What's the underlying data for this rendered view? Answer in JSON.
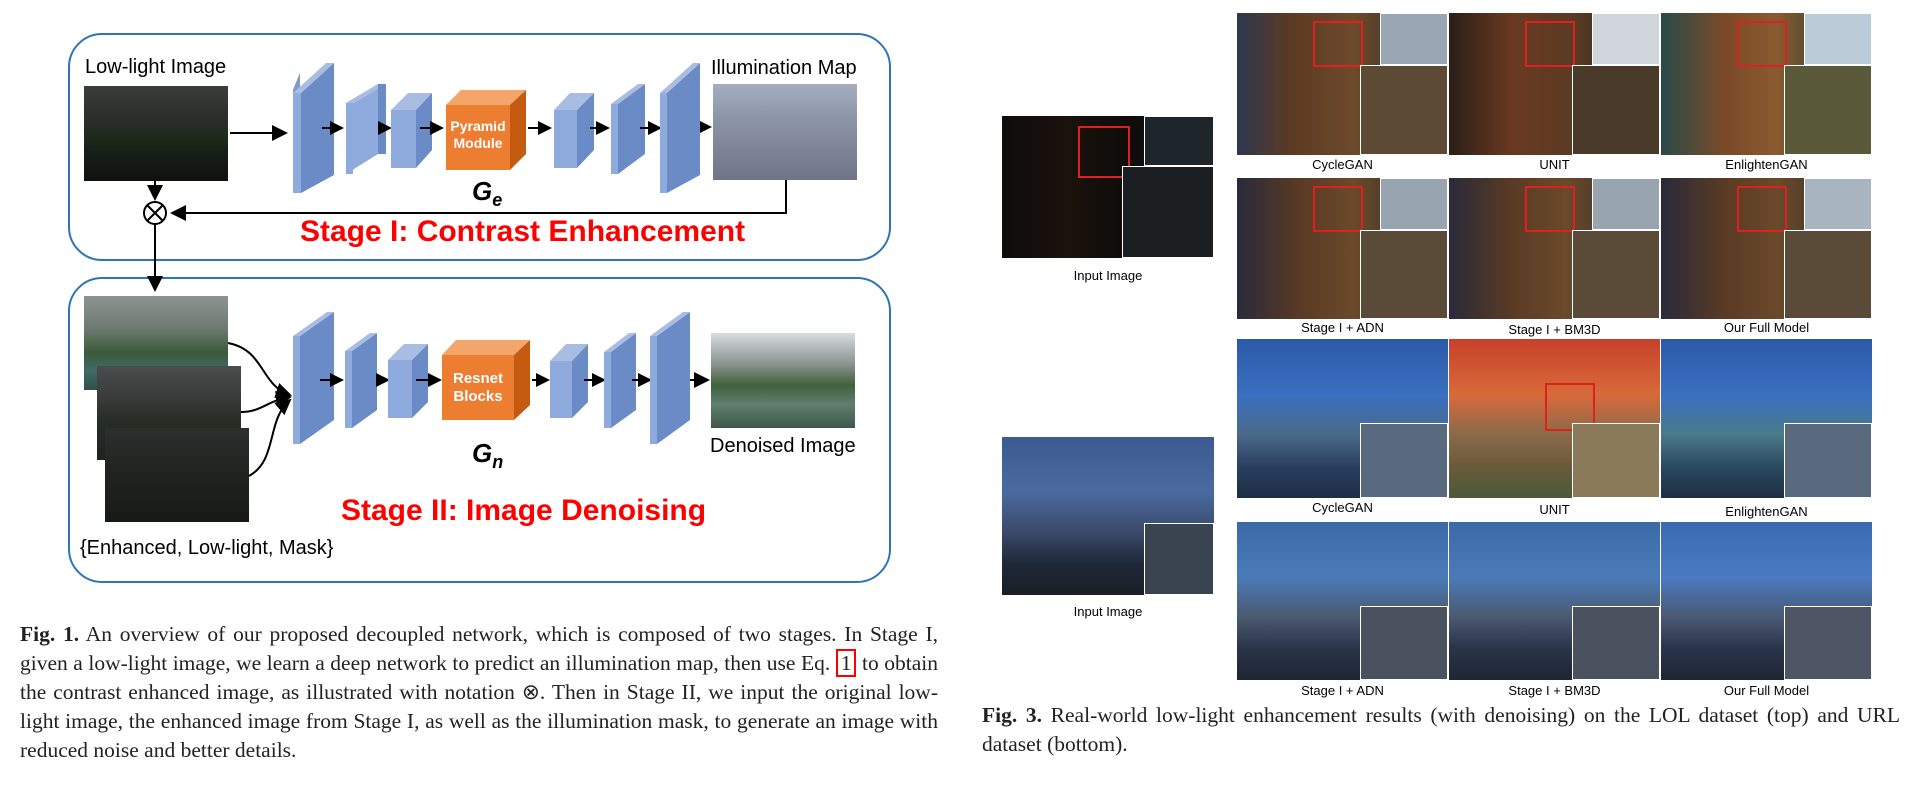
{
  "figure1": {
    "stage1": {
      "input_label": "Low-light Image",
      "output_label": "Illumination Map",
      "module_line1": "Pyramid",
      "module_line2": "Module",
      "generator_base": "G",
      "generator_sub": "e",
      "title": "Stage I: Contrast Enhancement",
      "multiply_symbol": "⊗"
    },
    "stage2": {
      "output_label": "Denoised Image",
      "module_line1": "Resnet",
      "module_line2": "Blocks",
      "generator_base": "G",
      "generator_sub": "n",
      "title": "Stage II: Image Denoising",
      "inputs_label": "{Enhanced, Low-light, Mask}"
    },
    "caption": {
      "prefix": "Fig. 1.",
      "part1": "An overview of our proposed decoupled network, which is composed of two stages. In Stage I, given a low-light image, we learn a deep network to predict an illumination map, then use Eq.",
      "eq_ref": "1",
      "part2": "to obtain the contrast enhanced image, as illustrated with notation ⊗. Then in Stage II, we input the original low-light image, the enhanced image from Stage I, as well as the illumination mask, to generate an image with reduced noise and better details."
    }
  },
  "figure3": {
    "top": {
      "input_label": "Input Image",
      "row1": [
        "CycleGAN",
        "UNIT",
        "EnlightenGAN"
      ],
      "row2": [
        "Stage I + ADN",
        "Stage I + BM3D",
        "Our Full Model"
      ]
    },
    "bottom": {
      "input_label": "Input Image",
      "row1": [
        "CycleGAN",
        "UNIT",
        "EnlightenGAN"
      ],
      "row2": [
        "Stage I + ADN",
        "Stage I + BM3D",
        "Our Full Model"
      ]
    },
    "caption": {
      "prefix": "Fig. 3.",
      "text": "Real-world low-light enhancement results (with denoising) on the LOL dataset (top) and URL dataset (bottom)."
    }
  },
  "colors": {
    "stage_border": "#2e75b6",
    "stage_title": "#ff0000",
    "layer_front": "#8faadc",
    "layer_side": "#6b8bc7",
    "module_front": "#ed7d31",
    "module_dark": "#c55a11"
  }
}
